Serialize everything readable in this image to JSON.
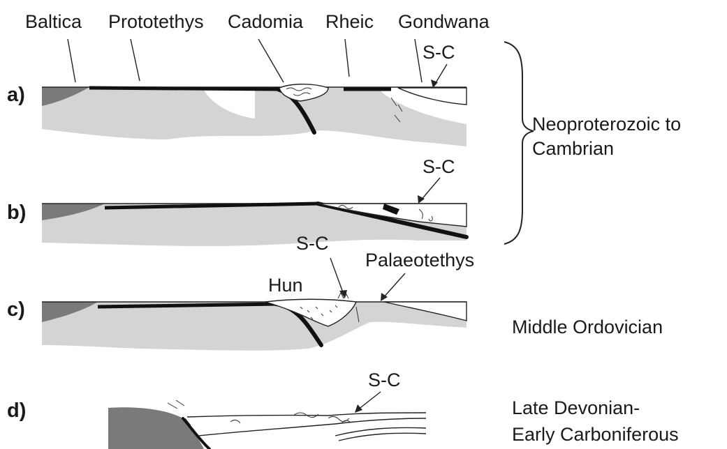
{
  "labels": {
    "baltica": "Baltica",
    "prototethys": "Prototethys",
    "cadomia": "Cadomia",
    "rheic": "Rheic",
    "gondwana": "Gondwana",
    "sc": "S-C",
    "hun": "Hun",
    "palaeotethys": "Palaeotethys"
  },
  "panels": {
    "a": "a)",
    "b": "b)",
    "c": "c)",
    "d": "d)"
  },
  "ages": {
    "neo_line1": "Neoproterozoic to",
    "neo_line2": "Cambrian",
    "middle_ordovician": "Middle Ordovician",
    "late_devonian_line1": "Late Devonian-",
    "late_devonian_line2": "Early Carboniferous"
  }
}
